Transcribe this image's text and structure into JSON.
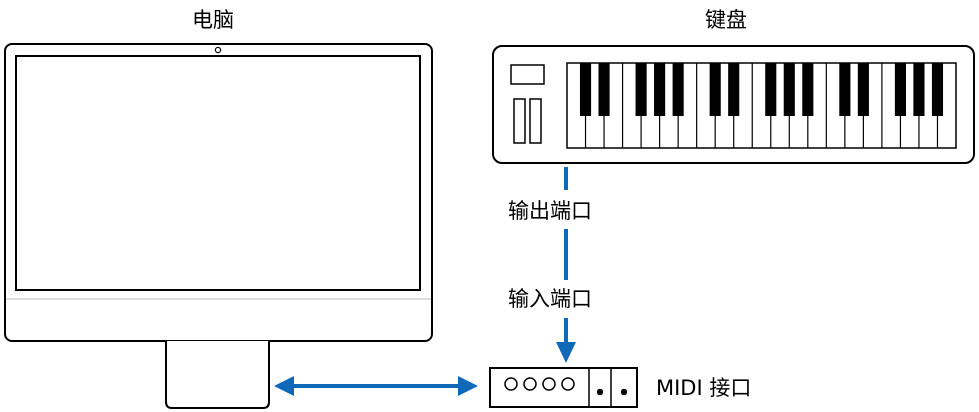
{
  "labels": {
    "computer": "电脑",
    "keyboard": "键盘",
    "output_port": "输出端口",
    "input_port": "输入端口",
    "midi_interface": "MIDI 接口"
  },
  "keyboard": {
    "octaves": 3,
    "white_key_count": 21
  },
  "midi_interface": {
    "circle_count": 4,
    "dot_count": 2
  },
  "colors": {
    "outline": "#000000",
    "arrow": "#1068b8",
    "inner_line": "#d2d2d2",
    "background": "#ffffff"
  }
}
